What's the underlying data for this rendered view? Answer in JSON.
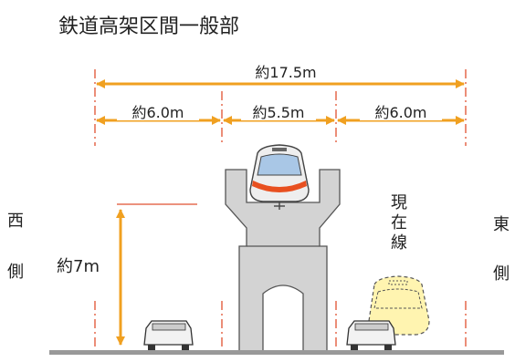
{
  "title": "鉄道高架区間一般部",
  "dimensions": {
    "total": "約17.5m",
    "left": "約6.0m",
    "center": "約5.5m",
    "right": "約6.0m",
    "height": "約7m"
  },
  "sides": {
    "west": [
      "西",
      "側"
    ],
    "east": [
      "東",
      "側"
    ]
  },
  "current_line": [
    "現",
    "在",
    "線"
  ],
  "colors": {
    "dimension_arrow": "#f0a020",
    "structure": "#d0d0d0",
    "structure_stroke": "#555555",
    "ground": "#999999",
    "current_line_fill": "#fff4b0",
    "train_stripe": "#e85020"
  }
}
